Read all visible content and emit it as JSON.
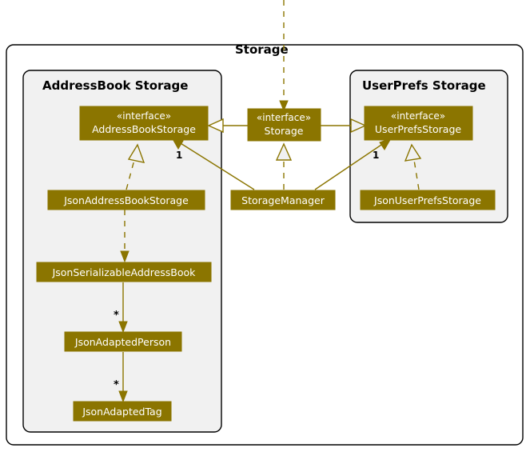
{
  "diagram": {
    "title": "Storage",
    "type": "uml-class-diagram",
    "colors": {
      "class_fill": "#8B7500",
      "class_text": "#FFFFFF",
      "package_inner_fill": "#F1F1F1",
      "package_outer_fill": "#FFFFFF",
      "border": "#000000",
      "edge": "#8B7500"
    },
    "packages": [
      {
        "id": "addressbook",
        "title": "AddressBook Storage"
      },
      {
        "id": "userprefs",
        "title": "UserPrefs Storage"
      }
    ],
    "classes": [
      {
        "id": "address_book_storage",
        "stereotype": "«interface»",
        "name": "AddressBookStorage",
        "package": "addressbook"
      },
      {
        "id": "storage",
        "stereotype": "«interface»",
        "name": "Storage",
        "package": "root"
      },
      {
        "id": "user_prefs_storage",
        "stereotype": "«interface»",
        "name": "UserPrefsStorage",
        "package": "userprefs"
      },
      {
        "id": "json_address_book_storage",
        "stereotype": "",
        "name": "JsonAddressBookStorage",
        "package": "addressbook"
      },
      {
        "id": "storage_manager",
        "stereotype": "",
        "name": "StorageManager",
        "package": "root"
      },
      {
        "id": "json_user_prefs_storage",
        "stereotype": "",
        "name": "JsonUserPrefsStorage",
        "package": "userprefs"
      },
      {
        "id": "json_serializable_address_book",
        "stereotype": "",
        "name": "JsonSerializableAddressBook",
        "package": "addressbook"
      },
      {
        "id": "json_adapted_person",
        "stereotype": "",
        "name": "JsonAdaptedPerson",
        "package": "addressbook"
      },
      {
        "id": "json_adapted_tag",
        "stereotype": "",
        "name": "JsonAdaptedTag",
        "package": "addressbook"
      }
    ],
    "relationships": [
      {
        "id": "rel-external-to-storage",
        "from": "external",
        "to": "storage",
        "kind": "dependency",
        "style": "dashed",
        "arrow": "filled",
        "label": ""
      },
      {
        "id": "rel-storage-extends-addressbookstorage",
        "from": "storage",
        "to": "address_book_storage",
        "kind": "generalization",
        "style": "solid",
        "arrow": "hollow-triangle",
        "label": ""
      },
      {
        "id": "rel-storage-extends-userprefsstorage",
        "from": "storage",
        "to": "user_prefs_storage",
        "kind": "generalization",
        "style": "solid",
        "arrow": "hollow-triangle",
        "label": ""
      },
      {
        "id": "rel-jsonaddressbookstorage-implements",
        "from": "json_address_book_storage",
        "to": "address_book_storage",
        "kind": "realization",
        "style": "dashed",
        "arrow": "hollow-triangle",
        "label": ""
      },
      {
        "id": "rel-jsonuserprefsstorage-implements",
        "from": "json_user_prefs_storage",
        "to": "user_prefs_storage",
        "kind": "realization",
        "style": "dashed",
        "arrow": "hollow-triangle",
        "label": ""
      },
      {
        "id": "rel-storagemanager-implements-storage",
        "from": "storage_manager",
        "to": "storage",
        "kind": "realization",
        "style": "dashed",
        "arrow": "hollow-triangle",
        "label": ""
      },
      {
        "id": "rel-storagemanager-addressbookstorage",
        "from": "storage_manager",
        "to": "address_book_storage",
        "kind": "association",
        "style": "solid",
        "arrow": "open",
        "label": "1"
      },
      {
        "id": "rel-storagemanager-userprefsstorage",
        "from": "storage_manager",
        "to": "user_prefs_storage",
        "kind": "association",
        "style": "solid",
        "arrow": "open",
        "label": "1"
      },
      {
        "id": "rel-jsonaddressbookstorage-serializable",
        "from": "json_address_book_storage",
        "to": "json_serializable_address_book",
        "kind": "dependency",
        "style": "dashed",
        "arrow": "filled",
        "label": ""
      },
      {
        "id": "rel-serializable-person",
        "from": "json_serializable_address_book",
        "to": "json_adapted_person",
        "kind": "association",
        "style": "solid",
        "arrow": "filled",
        "label": "*"
      },
      {
        "id": "rel-person-tag",
        "from": "json_adapted_person",
        "to": "json_adapted_tag",
        "kind": "association",
        "style": "solid",
        "arrow": "filled",
        "label": "*"
      }
    ],
    "multiplicity_labels": {
      "addressbook_one": "1",
      "userprefs_one": "1",
      "person_star": "*",
      "tag_star": "*"
    }
  }
}
